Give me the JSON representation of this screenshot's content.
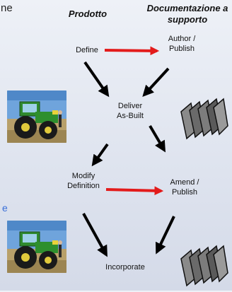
{
  "left_fragments": {
    "top": "ne",
    "side": "e"
  },
  "headers": {
    "product": "Prodotto",
    "documentation": "Documentazione a supporto"
  },
  "nodes": {
    "define": "Define",
    "author_publish": "Author / Publish",
    "deliver_as_built": "Deliver As-Built",
    "modify_definition": "Modify Definition",
    "amend_publish": "Amend / Publish",
    "incorporate": "Incorporate"
  },
  "images": {
    "tractor_top": "tractor-photo",
    "tractor_bottom": "tractor-photo",
    "docs_mid": "document-stack",
    "docs_bottom": "document-stack"
  },
  "colors": {
    "red_arrow": "#e31b1b",
    "black_arrow": "#000000",
    "fragment_blue": "#3a6fd8"
  }
}
